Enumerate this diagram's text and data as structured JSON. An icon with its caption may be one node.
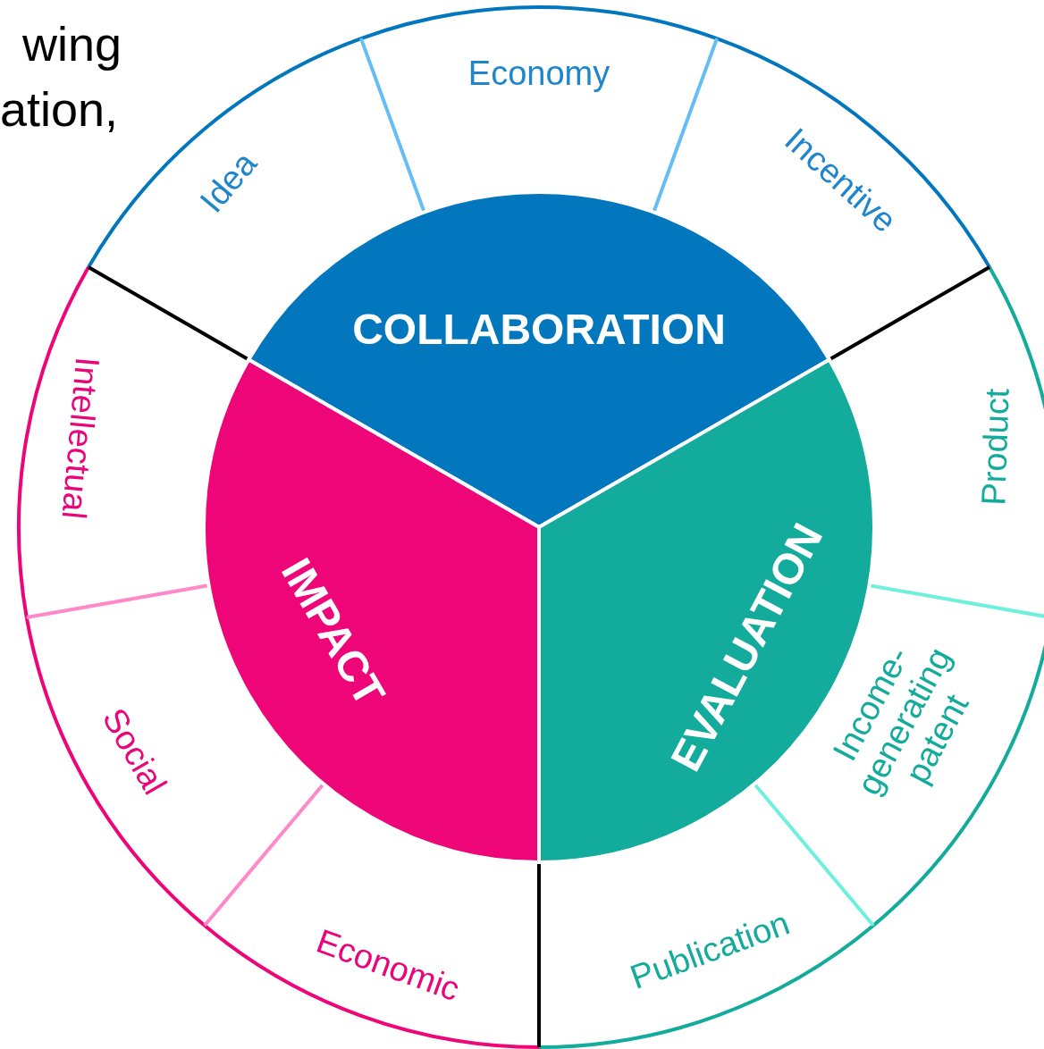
{
  "diagram": {
    "nodes": [
      {
        "text": [
          "COLLABORATION"
        ]
      },
      {
        "text": [
          "EVALUATION"
        ]
      },
      {
        "text": [
          "IMPACT"
        ]
      },
      {
        "text": [
          "Idea"
        ]
      },
      {
        "text": [
          "Economy"
        ]
      },
      {
        "text": [
          "Incentive"
        ]
      },
      {
        "text": [
          "Product"
        ]
      },
      {
        "text": [
          "Income-generating patent"
        ]
      },
      {
        "text": [
          "Publication"
        ]
      },
      {
        "text": [
          "Economic"
        ]
      },
      {
        "text": [
          "Social"
        ]
      },
      {
        "text": [
          "Intellectual"
        ]
      }
    ],
    "edges": [],
    "labels": [
      "wing",
      "ation,"
    ]
  }
}
